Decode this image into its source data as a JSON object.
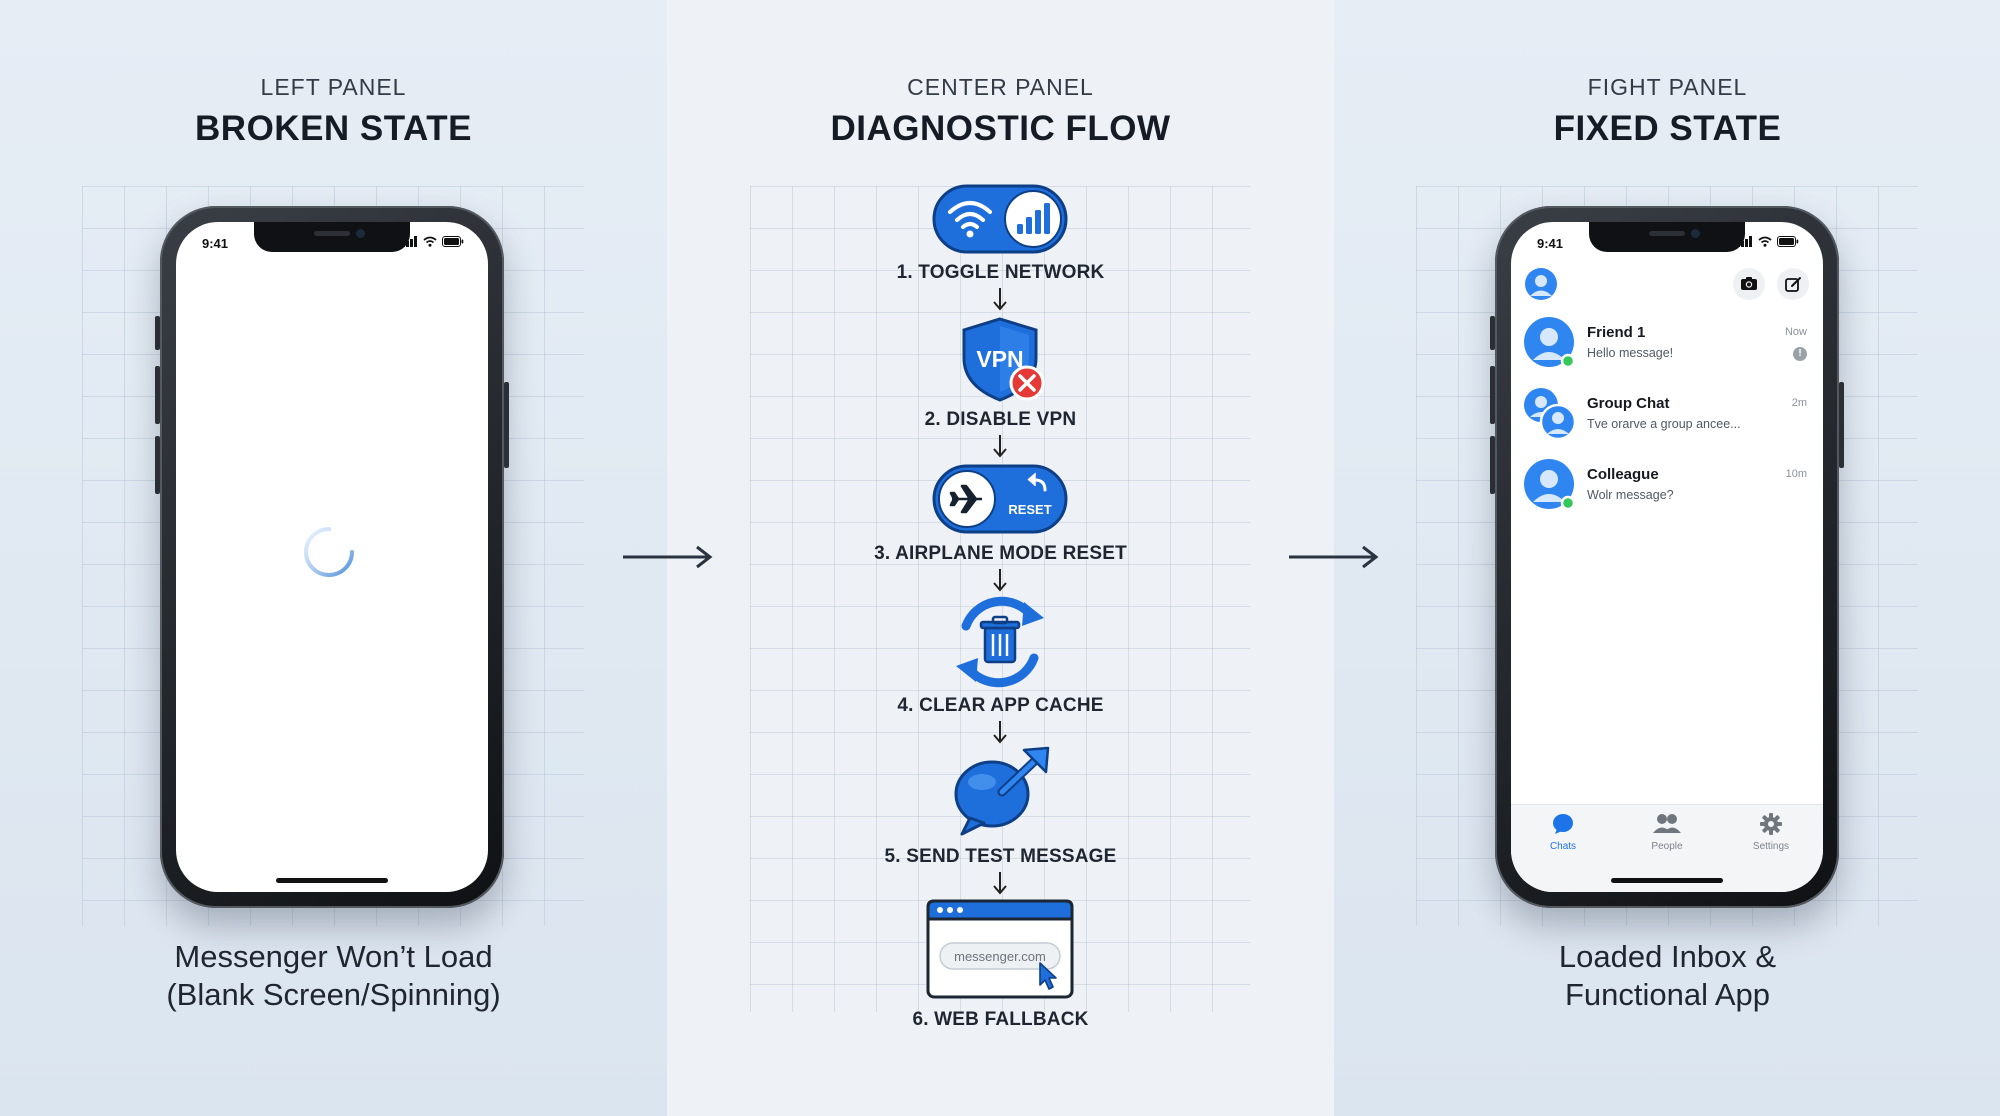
{
  "panels": {
    "left": {
      "subtitle": "LEFT PANEL",
      "title": "BROKEN STATE",
      "caption_line1": "Messenger Won’t Load",
      "caption_line2": "(Blank Screen/Spinning)",
      "phone": {
        "time": "9:41"
      }
    },
    "center": {
      "subtitle": "CENTER PANEL",
      "title": "DIAGNOSTIC FLOW",
      "steps": [
        {
          "label": "1. TOGGLE NETWORK",
          "icon": "wifi-cellular-toggle-icon"
        },
        {
          "label": "2. DISABLE VPN",
          "icon": "vpn-shield-disabled-icon",
          "icon_text": "VPN"
        },
        {
          "label": "3. AIRPLANE MODE RESET",
          "icon": "airplane-reset-toggle-icon",
          "icon_text": "RESET"
        },
        {
          "label": "4. CLEAR APP CACHE",
          "icon": "trash-refresh-icon"
        },
        {
          "label": "5. SEND TEST MESSAGE",
          "icon": "chat-bubble-send-icon"
        },
        {
          "label": "6. WEB FALLBACK",
          "icon": "browser-window-icon",
          "url": "messenger.com"
        }
      ]
    },
    "right": {
      "subtitle": "FIGHT PANEL",
      "title": "FIXED STATE",
      "caption_line1": "Loaded Inbox &",
      "caption_line2": "Functional App",
      "phone": {
        "time": "9:41",
        "chats": [
          {
            "name": "Friend 1",
            "message": "Hello message!",
            "time": "Now",
            "online": true,
            "group": false
          },
          {
            "name": "Group Chat",
            "message": "Tve orarve a group ancee...",
            "time": "2m",
            "online": false,
            "group": true
          },
          {
            "name": "Colleague",
            "message": "Wolr message?",
            "time": "10m",
            "online": true,
            "group": false
          }
        ],
        "tabs": [
          {
            "label": "Chats",
            "icon": "chat-bubble-icon",
            "active": true
          },
          {
            "label": "People",
            "icon": "people-icon",
            "active": false
          },
          {
            "label": "Settings",
            "icon": "gear-icon",
            "active": false
          }
        ]
      }
    }
  },
  "colors": {
    "accent_blue": "#1d74e8",
    "danger_red": "#e53935",
    "online_green": "#34c759",
    "text_dark": "#161c25"
  }
}
